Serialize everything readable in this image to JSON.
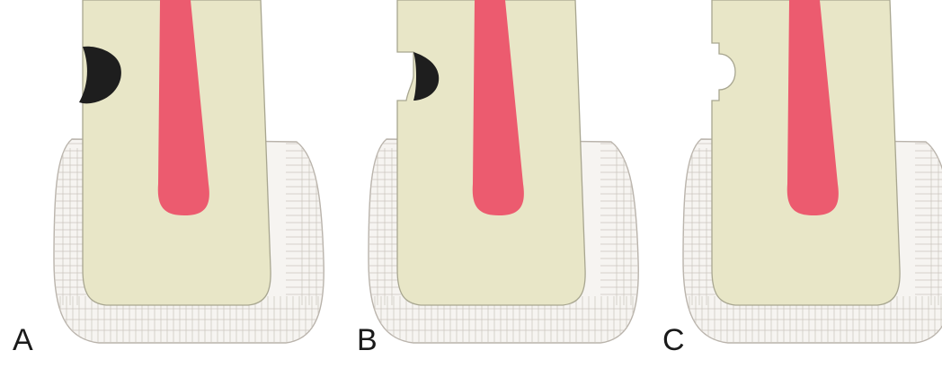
{
  "figure": {
    "panels": [
      {
        "label": "A",
        "lesion": "cavity-filled"
      },
      {
        "label": "B",
        "lesion": "cavity-partially-filled"
      },
      {
        "label": "C",
        "lesion": "cavity-empty"
      }
    ],
    "colors": {
      "background": "#ffffff",
      "dentin": "#e8e6c7",
      "dentin_outline": "#a8a690",
      "pulp": "#ec5b6f",
      "lesion": "#1e1e1e",
      "enamel_fill": "#f6f4f1",
      "enamel_line": "#cbc4bc",
      "outline": "#b9b3ab"
    }
  }
}
